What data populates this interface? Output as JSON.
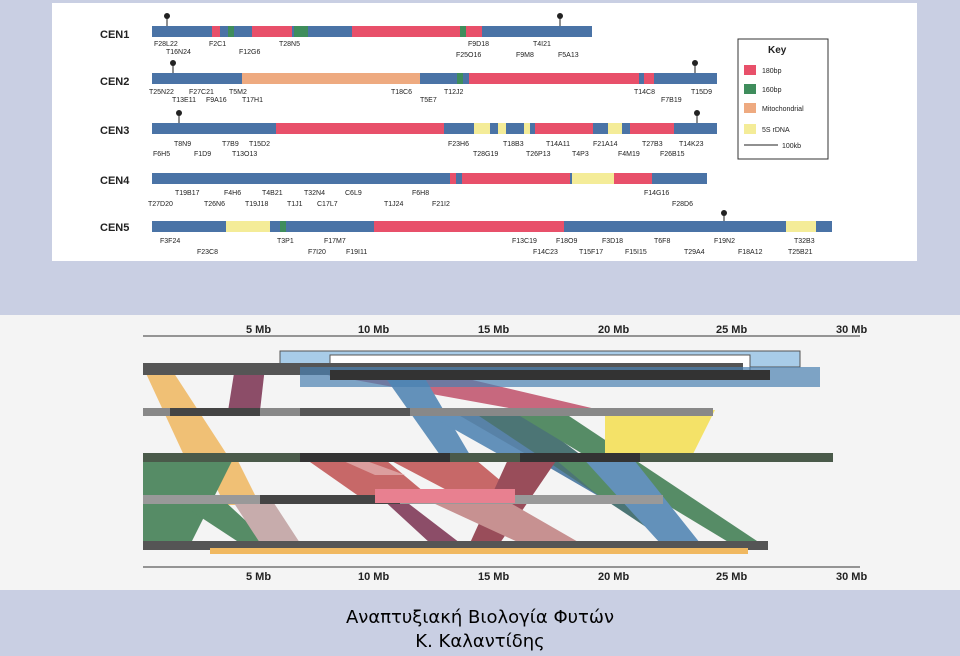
{
  "top_figure": {
    "chromosomes": [
      {
        "label": "CEN1",
        "bacs": [
          "F28L22",
          "T16N24",
          "F2C1",
          "F12G6",
          "T28N5",
          "F9D18",
          "T4I21",
          "F25O16",
          "F9M8",
          "F5A13"
        ]
      },
      {
        "label": "CEN2",
        "bacs": [
          "T25N22",
          "F27C21",
          "T5M2",
          "T13E11",
          "F9A16",
          "T17H1",
          "T18C6",
          "T12J2",
          "T5E7",
          "T14C8",
          "T15D9",
          "F7B19"
        ]
      },
      {
        "label": "CEN3",
        "bacs": [
          "T8N9",
          "T7B9",
          "T15D2",
          "F6H5",
          "F1D9",
          "T13O13",
          "F23H6",
          "T18B3",
          "T14A11",
          "F21A14",
          "T27B3",
          "T14K23",
          "T28G19",
          "T26P13",
          "T4P3",
          "F4M19",
          "F26B15"
        ]
      },
      {
        "label": "CEN4",
        "bacs": [
          "T19B17",
          "F4H6",
          "T4B21",
          "T32N4",
          "C6L9",
          "F6H8",
          "T27D20",
          "T26N6",
          "T19J18",
          "T1J1",
          "C17L7",
          "T1J24",
          "F21I2",
          "F14G16",
          "F28D6"
        ]
      },
      {
        "label": "CEN5",
        "bacs": [
          "F3F24",
          "T3P1",
          "F17M7",
          "F13C19",
          "F18O9",
          "F3D18",
          "T6F8",
          "F19N2",
          "T32B3",
          "F23C8",
          "F7I20",
          "F19I11",
          "F14C23",
          "T15F17",
          "F15I15",
          "T29A4",
          "F18A12",
          "T25B21"
        ]
      }
    ],
    "key": {
      "title": "Key",
      "items": [
        {
          "label": "180bp",
          "color": "#e8506a"
        },
        {
          "label": "160bp",
          "color": "#3f8d5c"
        },
        {
          "label": "Mitochondrial",
          "color": "#eeaa80"
        },
        {
          "label": "5S rDNA",
          "color": "#f4ec98"
        }
      ],
      "scale_label": "100kb"
    }
  },
  "bottom_figure": {
    "axis_ticks": [
      "5 Mb",
      "10 Mb",
      "15 Mb",
      "20 Mb",
      "25 Mb",
      "30 Mb"
    ]
  },
  "footer": {
    "line1": "Αναπτυξιακή Βιολογία Φυτών",
    "line2": "Κ. Καλαντίδης"
  }
}
